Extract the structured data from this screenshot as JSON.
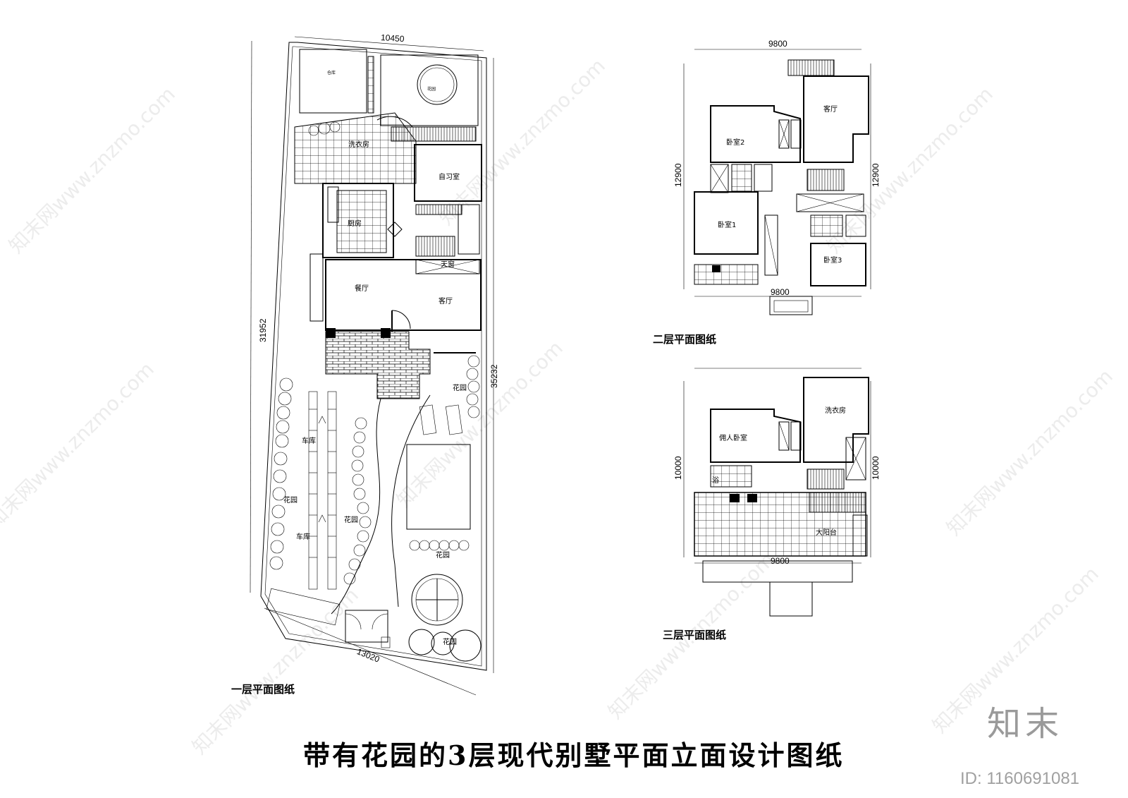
{
  "plan1": {
    "title": "一层平面图纸",
    "dim_top": "10450",
    "dim_left": "31952",
    "dim_right": "35232",
    "dim_bottom": "13020",
    "rooms": {
      "warehouse": "仓库",
      "flowerbed": "花园",
      "laundry": "洗衣房",
      "study": "自习室",
      "kitchen": "厨房",
      "skylight": "天窗",
      "dining": "餐厅",
      "living": "客厅",
      "garden_right": "花园",
      "garage_top": "车库",
      "garden_left": "花园",
      "garden_mid": "花园",
      "garage_bottom": "车库",
      "garden_pool": "花园",
      "garden_bottom": "花园"
    }
  },
  "plan2": {
    "title": "二层平面图纸",
    "dim_top": "9800",
    "dim_left": "12900",
    "dim_right": "12900",
    "dim_bottom": "9800",
    "rooms": {
      "living": "客厅",
      "bedroom2": "卧室2",
      "bedroom1": "卧室1",
      "bedroom3": "卧室3"
    }
  },
  "plan3": {
    "title": "三层平面图纸",
    "dim_left": "10000",
    "dim_right": "10000",
    "dim_bottom": "9800",
    "rooms": {
      "laundry": "洗衣房",
      "servant": "佣人卧室",
      "bath": "浴",
      "terrace": "大阳台"
    }
  },
  "main_title": "带有花园的3层现代别墅平面立面设计图纸",
  "brand": "知末",
  "id_label": "ID: 1160691081",
  "watermark": "知末网www.znzmo.com"
}
